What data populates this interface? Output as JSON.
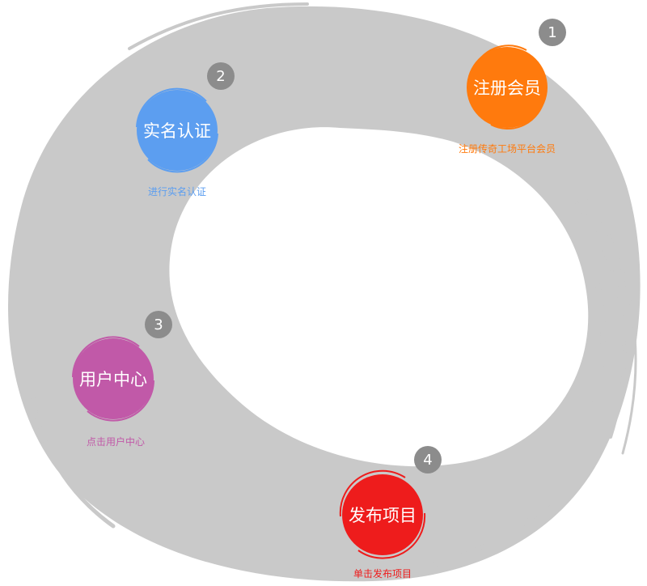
{
  "colors": {
    "ring": "#c9c9c9",
    "badge": "#8c8c8c",
    "orange": "#ff7a0d",
    "blue": "#5c9ef0",
    "purple": "#c159a8",
    "red": "#ee1c1c"
  },
  "steps": [
    {
      "number": "1",
      "title": "注册会员",
      "caption": "注册传奇工场平台会员",
      "color": "#ff7a0d"
    },
    {
      "number": "2",
      "title": "实名认证",
      "caption": "进行实名认证",
      "color": "#5c9ef0"
    },
    {
      "number": "3",
      "title": "用户中心",
      "caption": "点击用户中心",
      "color": "#c159a8"
    },
    {
      "number": "4",
      "title": "发布项目",
      "caption": "单击发布项目",
      "color": "#ee1c1c"
    }
  ]
}
